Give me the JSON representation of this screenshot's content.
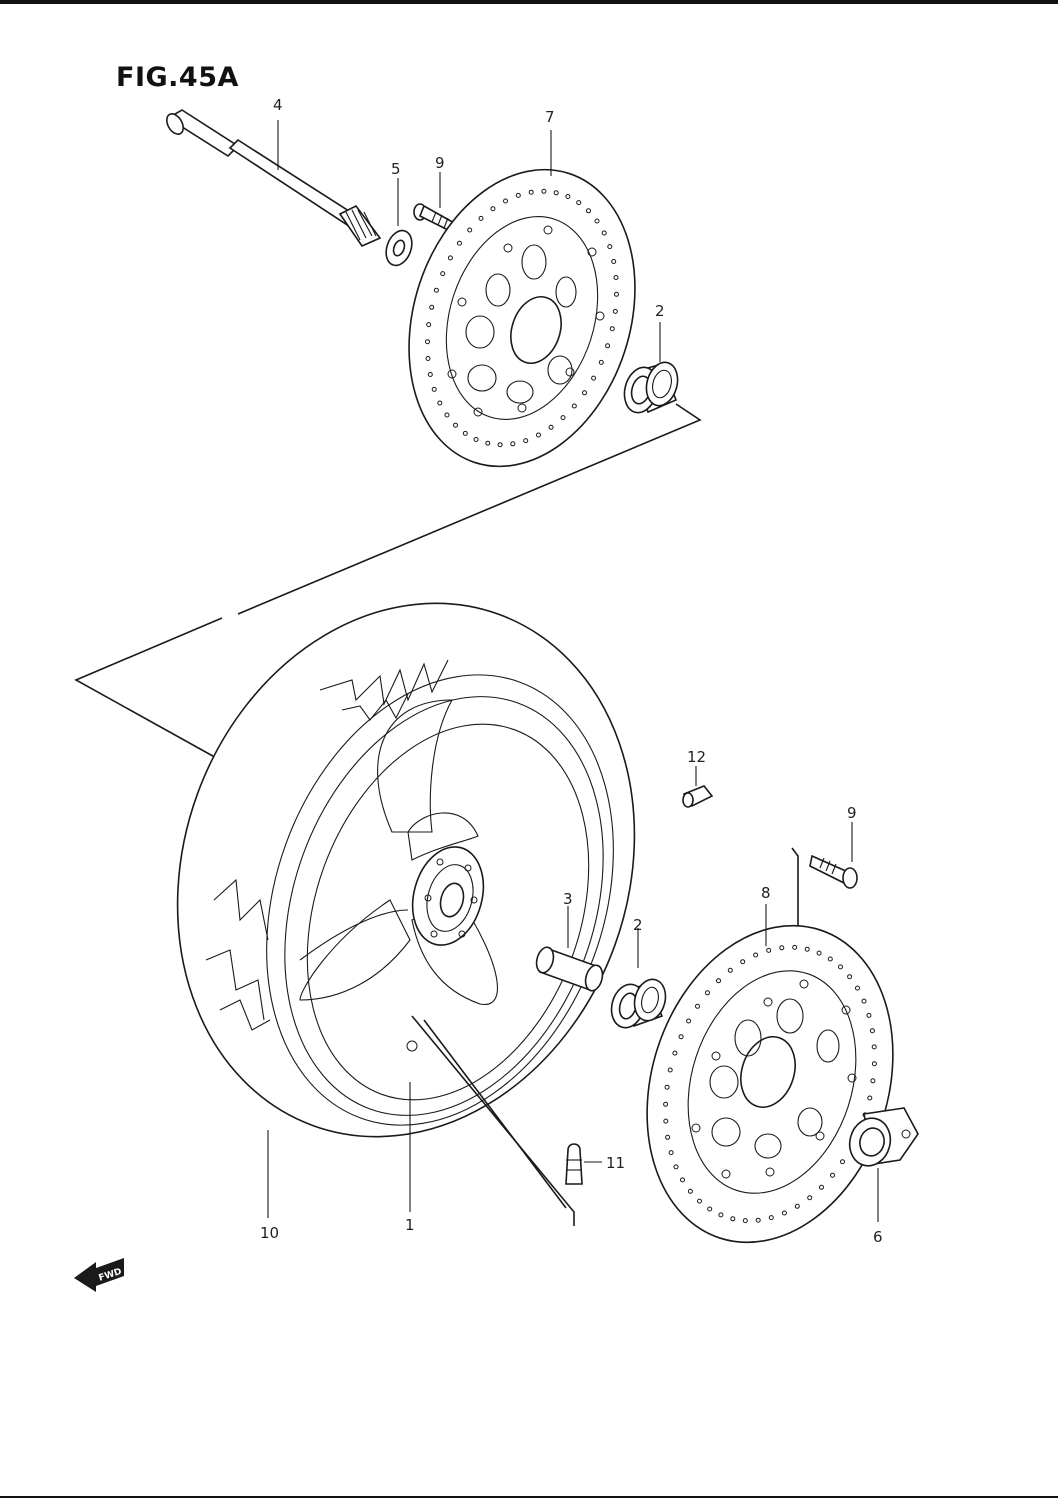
{
  "figure": {
    "title": "FIG.45A",
    "fwd_label": "FWD"
  },
  "callouts": {
    "c1": "1",
    "c2a": "2",
    "c2b": "2",
    "c3": "3",
    "c4": "4",
    "c5": "5",
    "c6": "6",
    "c7": "7",
    "c8": "8",
    "c9a": "9",
    "c9b": "9",
    "c10": "10",
    "c11": "11",
    "c12": "12"
  },
  "colors": {
    "ink": "#1a1a1a",
    "paper": "#ffffff"
  }
}
